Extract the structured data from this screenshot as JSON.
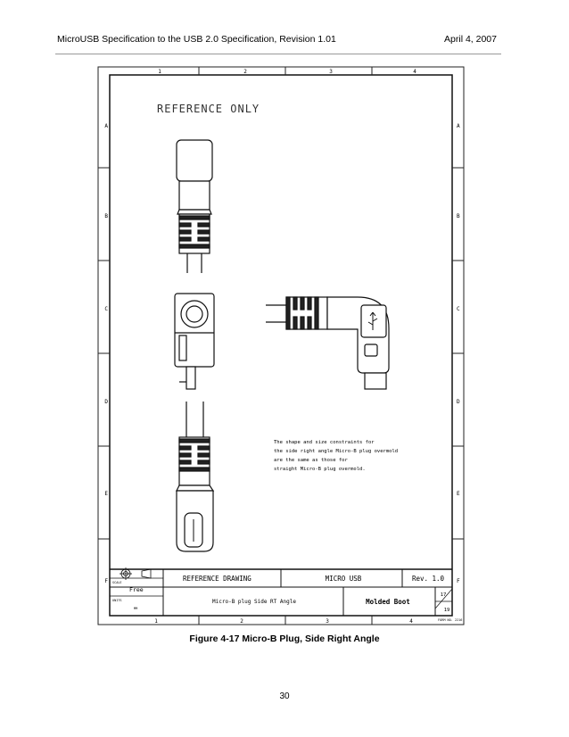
{
  "header": {
    "title": "MicroUSB Specification to the USB 2.0 Specification, Revision 1.01",
    "date": "April 4, 2007"
  },
  "drawing": {
    "column_labels": [
      "1",
      "2",
      "3",
      "4"
    ],
    "row_labels": [
      "A",
      "B",
      "C",
      "D",
      "E",
      "F"
    ],
    "watermark": "REFERENCE ONLY",
    "note": [
      "The shape and size constraints for",
      "the side right angle Micro-B plug overmold",
      "are the same as those for",
      "straight Micro-B plug overmold."
    ],
    "title_block": {
      "reference": "REFERENCE DRAWING",
      "product": "MICRO USB",
      "revision": "Rev. 1.0",
      "scale_label": "SCALE",
      "scale_value": "Free",
      "units_label": "UNITS",
      "units_value": "MM",
      "part_name": "Micro-B plug Side RT Angle",
      "part_type": "Molded Boot",
      "sheet": "17",
      "sheet_total": "19",
      "form": "FORM NO. 2216"
    }
  },
  "caption": "Figure 4-17  Micro-B Plug, Side Right Angle",
  "page_number": "30"
}
